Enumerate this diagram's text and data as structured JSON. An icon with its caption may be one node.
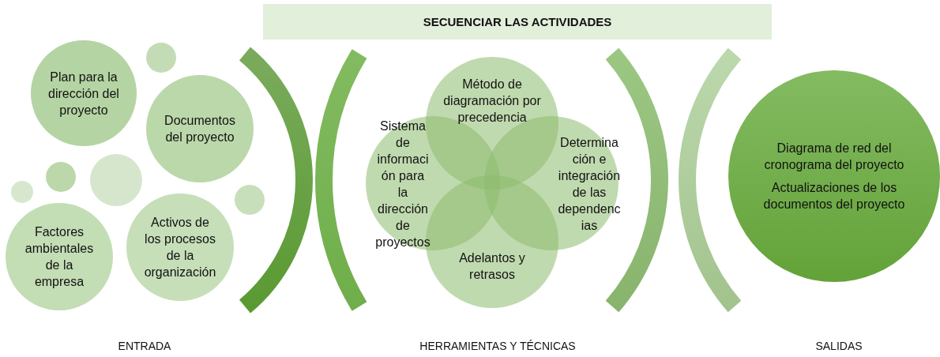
{
  "diagram": {
    "nodes": [
      {
        "text": [
          "SECUENCIAR LAS ACTIVIDADES"
        ]
      },
      {
        "text": [
          "Plan para la dirección del proyecto"
        ]
      },
      {
        "text": [],
        "shape": "circle"
      },
      {
        "text": [
          "Documentos del proyecto"
        ]
      },
      {
        "text": [],
        "shape": "circle"
      },
      {
        "text": [],
        "shape": "circle"
      },
      {
        "text": [],
        "shape": "circle"
      },
      {
        "text": [],
        "shape": "circle"
      },
      {
        "text": [
          "Activos de los procesos de la organización"
        ]
      },
      {
        "text": [
          "Factores ambientales de la empresa"
        ]
      },
      {
        "text": [
          "Método de diagramación por precedencia"
        ]
      },
      {
        "text": [
          "Sistema de información para la dirección de proyectos"
        ]
      },
      {
        "text": [
          "Determinación e integración de las dependencias"
        ]
      },
      {
        "text": [
          "Adelantos y retrasos"
        ]
      },
      {
        "text": [
          "Diagrama de red del cronograma del proyecto",
          "Actualizaciones de los documentos del proyecto"
        ]
      }
    ],
    "labels": [
      "ENTRADA",
      "HERRAMIENTAS Y TÉCNICAS",
      "SALIDAS"
    ]
  }
}
